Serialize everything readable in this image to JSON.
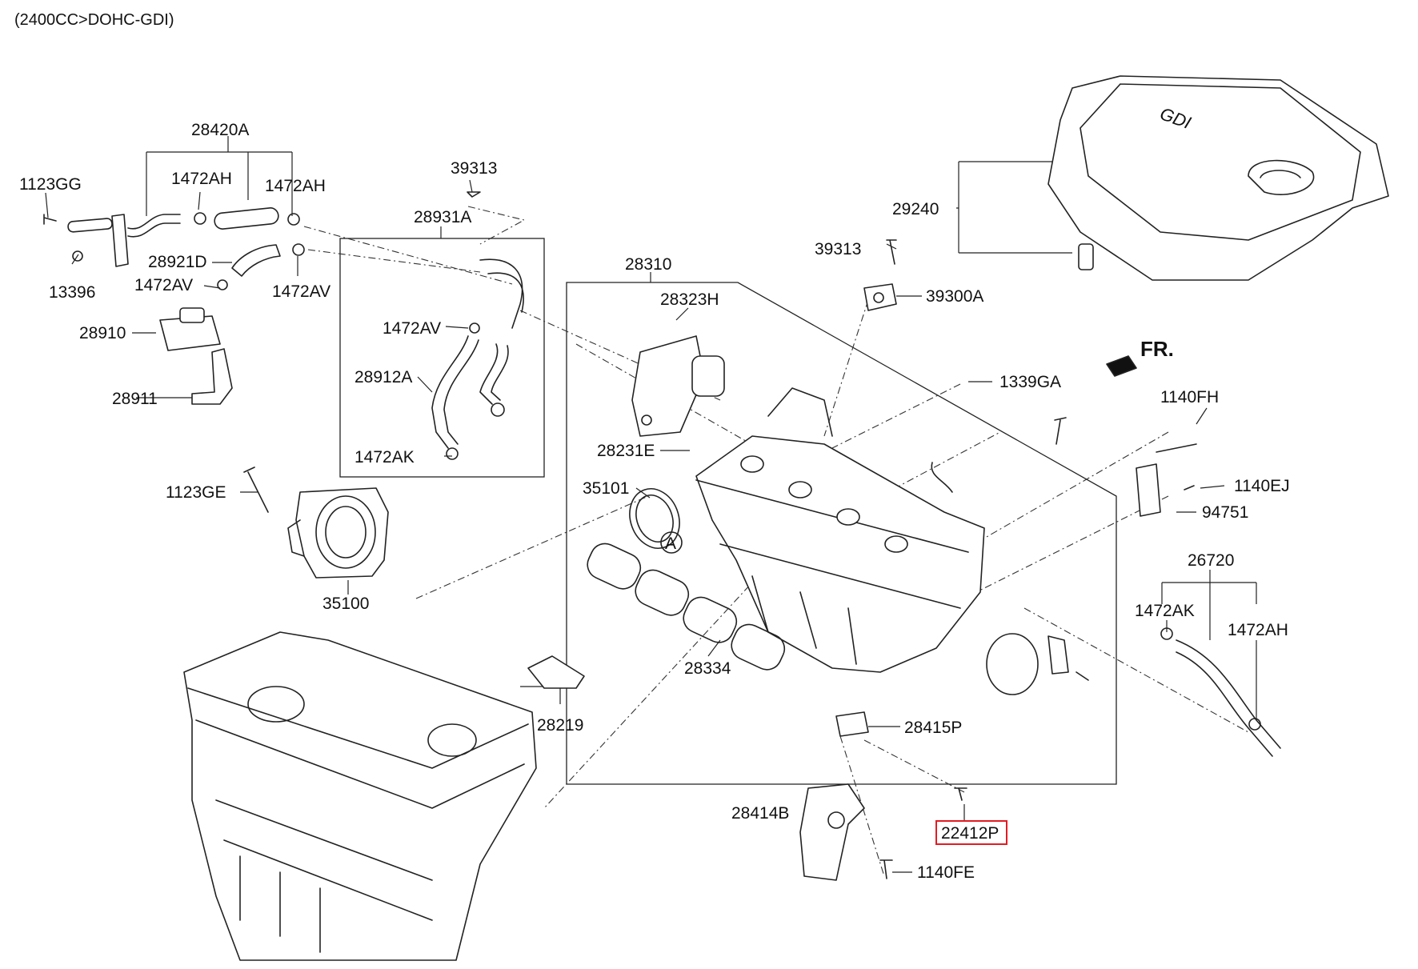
{
  "header": {
    "engine_spec": "(2400CC>DOHC-GDI)"
  },
  "front_marker": {
    "label": "FR."
  },
  "callout": {
    "letter": "A"
  },
  "highlight_color": "#e31b23",
  "parts": {
    "p_28420A": "28420A",
    "p_1123GG": "1123GG",
    "p_1472AH_a": "1472AH",
    "p_1472AH_b": "1472AH",
    "p_13396": "13396",
    "p_28921D": "28921D",
    "p_1472AV_a": "1472AV",
    "p_1472AV_b": "1472AV",
    "p_28910": "28910",
    "p_28911": "28911",
    "p_39313_a": "39313",
    "p_28931A": "28931A",
    "p_1472AV_c": "1472AV",
    "p_28912A": "28912A",
    "p_1472AK_a": "1472AK",
    "p_29240": "29240",
    "p_39313_b": "39313",
    "p_39300A": "39300A",
    "p_28310": "28310",
    "p_28323H": "28323H",
    "p_1339GA": "1339GA",
    "p_1140FH": "1140FH",
    "p_28231E": "28231E",
    "p_1123GE": "1123GE",
    "p_35101": "35101",
    "p_1140EJ": "1140EJ",
    "p_94751": "94751",
    "p_26720": "26720",
    "p_1472AK_b": "1472AK",
    "p_1472AH_c": "1472AH",
    "p_35100": "35100",
    "p_28334": "28334",
    "p_28219": "28219",
    "p_28415P": "28415P",
    "p_28414B": "28414B",
    "p_22412P": "22412P",
    "p_1140FE": "1140FE"
  }
}
